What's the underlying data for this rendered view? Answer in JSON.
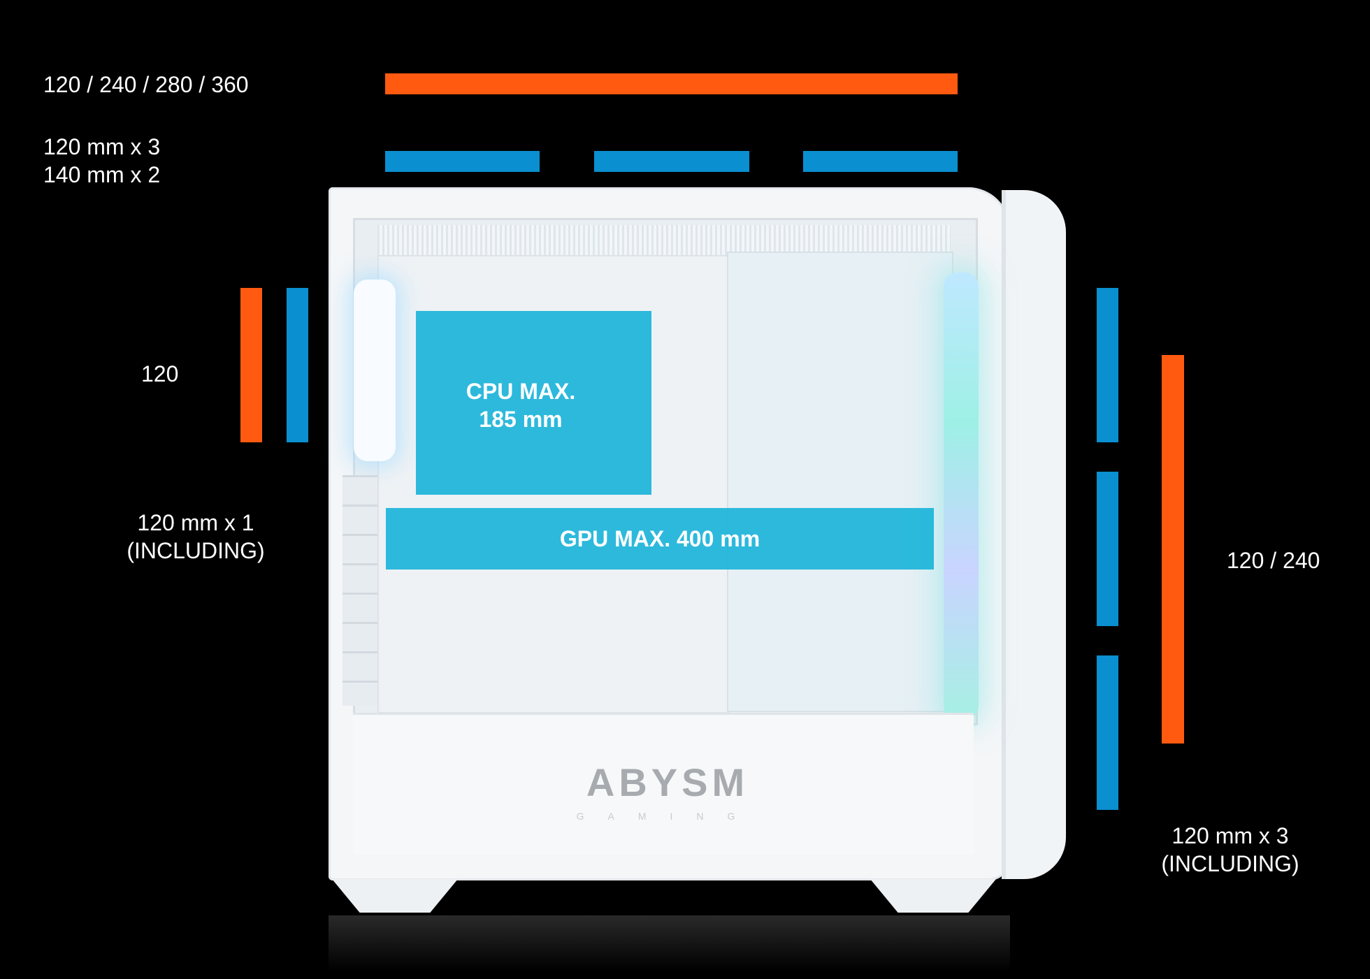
{
  "labels": {
    "top_radiator": "120 / 240 / 280 / 360",
    "top_fans_line1": "120 mm x 3",
    "top_fans_line2": "140 mm x 2",
    "rear_radiator": "120",
    "rear_fans_line1": "120 mm x 1",
    "rear_fans_line2": "(INCLUDING)",
    "front_radiator": "120 / 240",
    "front_fans_line1": "120 mm x 3",
    "front_fans_line2": "(INCLUDING)",
    "cpu_max": "CPU MAX.\n185 mm",
    "gpu_max": "GPU MAX. 400 mm"
  },
  "logo": {
    "brand": "ABYSM",
    "sub": "GAMING"
  },
  "colors": {
    "radiator": "#ff5a10",
    "fan": "#0a8fd0",
    "overlay": "#0aafd7",
    "background": "#000000"
  },
  "mounts": {
    "top_fan_bars": 3,
    "front_fan_bars": 3
  }
}
